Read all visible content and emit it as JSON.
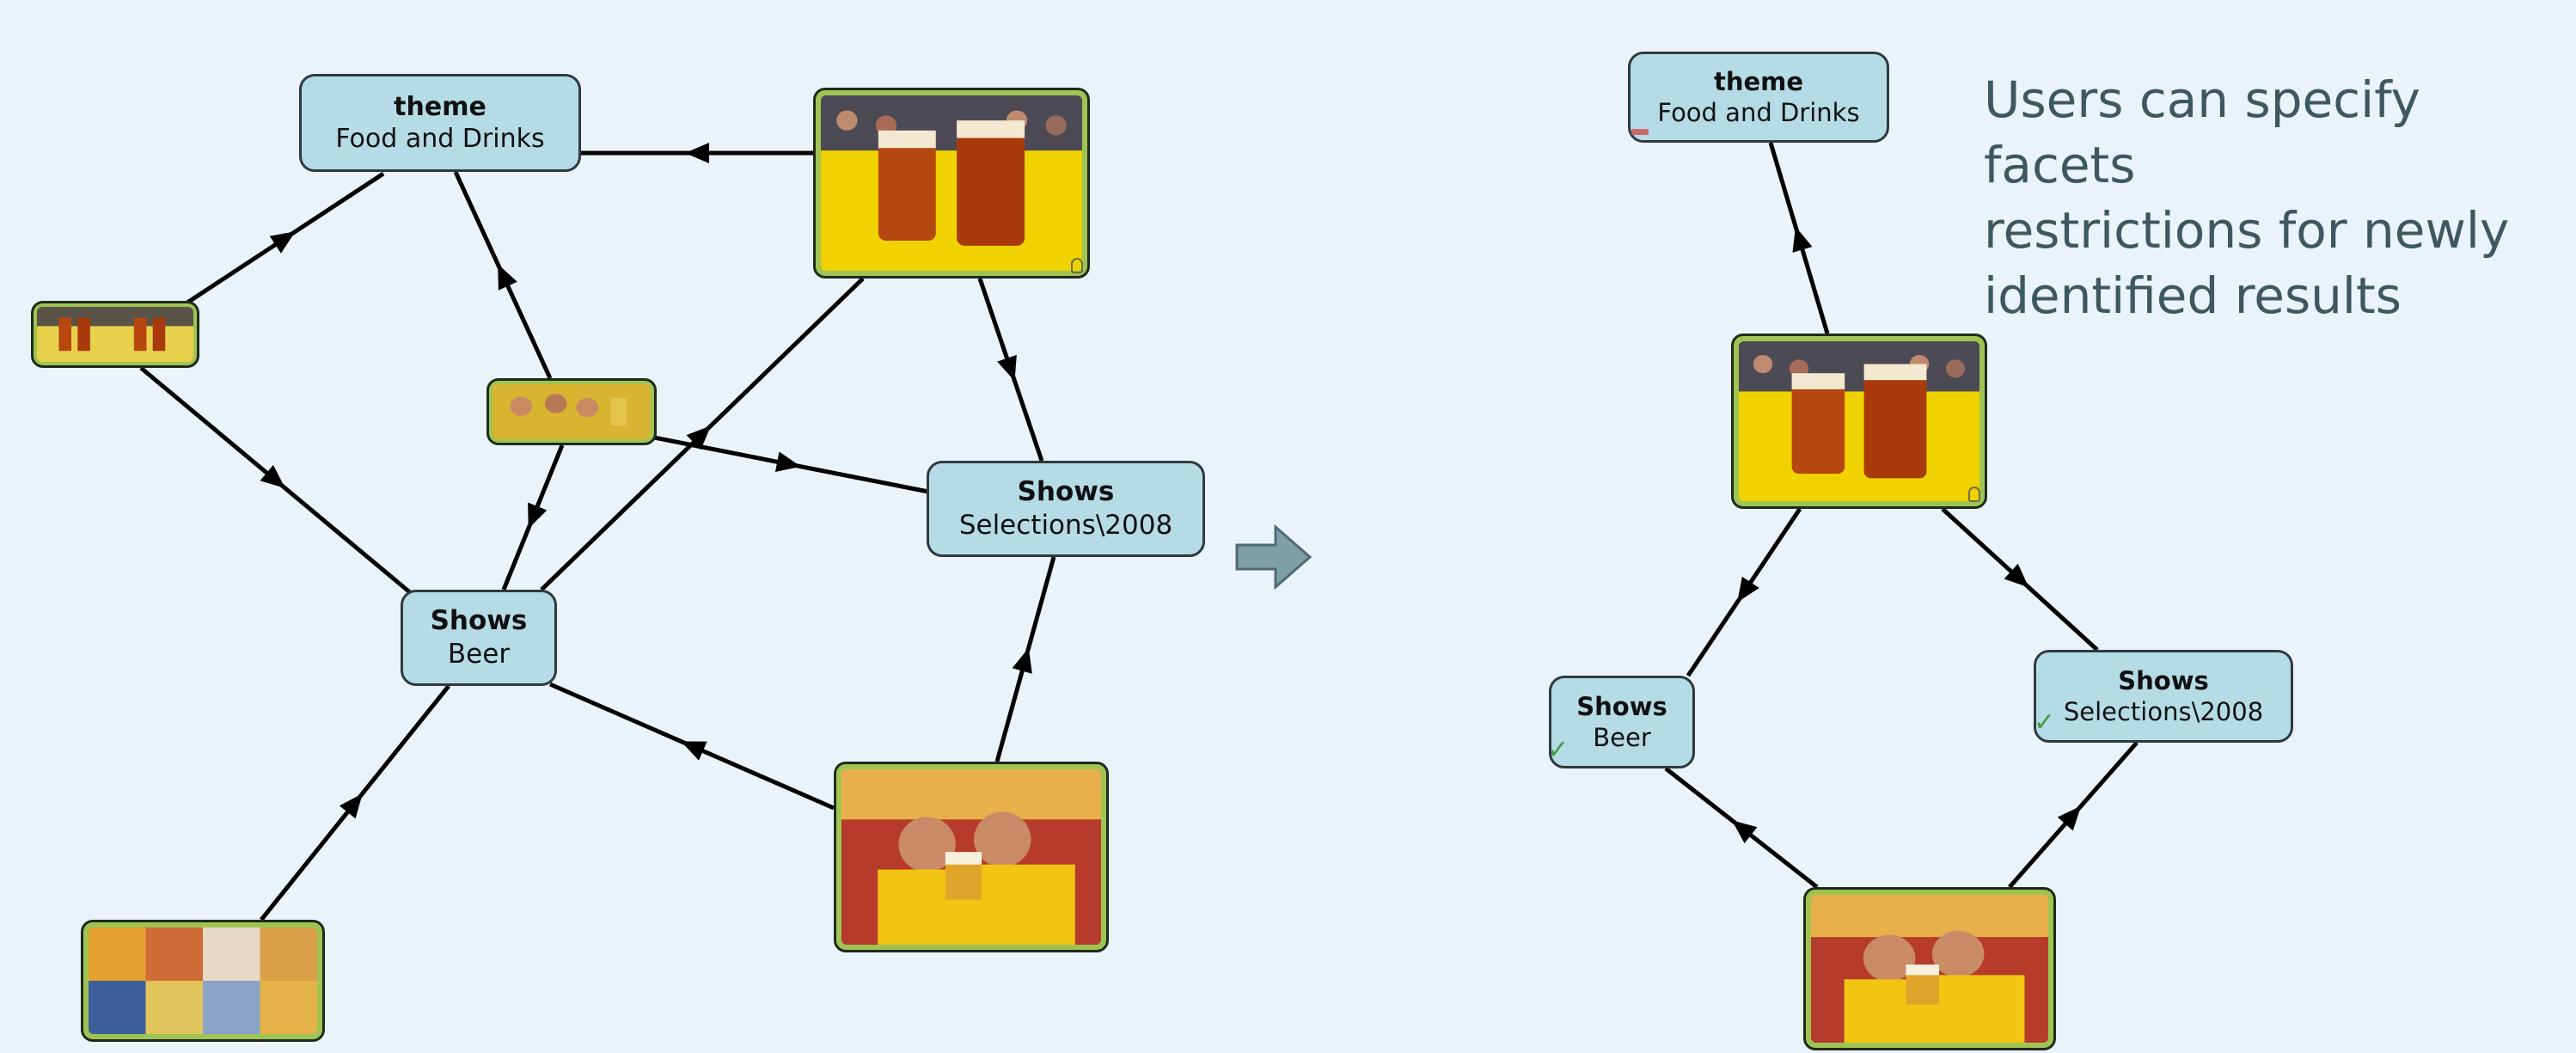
{
  "caption": "Users can specify facets\nrestrictions for newly\nidentified results",
  "left_graph": {
    "theme_node": {
      "facet": "theme",
      "value": "Food and Drinks"
    },
    "shows_beer_node": {
      "facet": "Shows",
      "value": "Beer"
    },
    "shows_selections_node": {
      "facet": "Shows",
      "value": "Selections\\2008"
    }
  },
  "right_graph": {
    "theme_node": {
      "facet": "theme",
      "value": "Food and Drinks"
    },
    "shows_beer_node": {
      "facet": "Shows",
      "value": "Beer"
    },
    "shows_selections_node": {
      "facet": "Shows",
      "value": "Selections\\2008"
    }
  },
  "icons": {
    "transition_arrow": "right-arrow-icon",
    "restriction_excluded": "minus-icon",
    "restriction_included": "checkmark-icon",
    "image_corner": "lock-icon"
  },
  "colors": {
    "background": "#eaf3f9",
    "facet_node_fill": "#b5dce6",
    "image_node_border": "#9fc454",
    "edge": "#000000",
    "caption_text": "#3e5860",
    "transition_arrow": "#7f9fa8"
  }
}
